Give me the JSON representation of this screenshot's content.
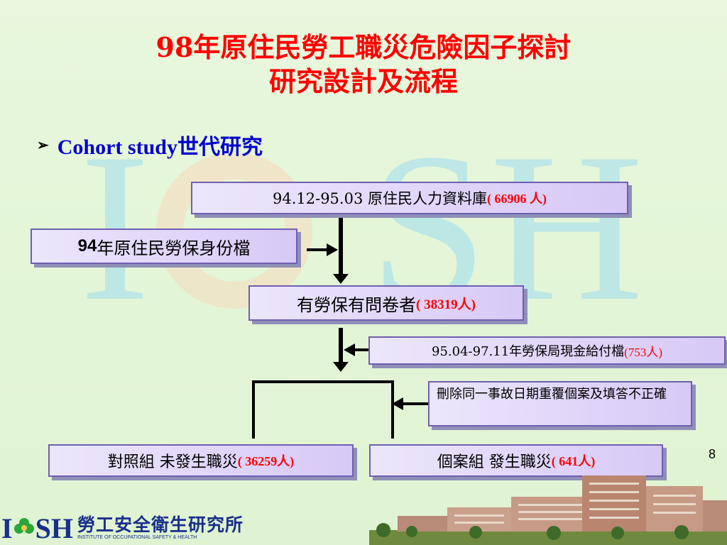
{
  "watermark": {
    "letters": [
      "I",
      "S",
      "H"
    ]
  },
  "title": {
    "line1": "98年原住民勞工職災危險因子探討",
    "line2": "研究設計及流程"
  },
  "bullet": {
    "marker": "➢",
    "text": "Cohort study世代研究"
  },
  "boxes": {
    "database": {
      "label": "94.12-95.03 原住民人力資料庫",
      "count": "( 66906 人)"
    },
    "insurance_file": {
      "prefix": "94",
      "label": "年原住民勞保身份檔"
    },
    "questionnaire": {
      "label": "有勞保有問卷者",
      "count": "( 38319人)"
    },
    "cash_benefit": {
      "label": "95.04-97.11年勞保局現金給付檔",
      "count": "(753人)"
    },
    "exclusion": {
      "label": "刪除同一事故日期重覆個案及填答不正確"
    },
    "control": {
      "label": "對照組 未發生職災",
      "count": "( 36259人)"
    },
    "case": {
      "label": "個案組 發生職災",
      "count": "( 641人)"
    }
  },
  "page_number": "8",
  "footer": {
    "logo_letters": [
      "I",
      "SH"
    ],
    "org_name_cn": "勞工安全衛生研究所",
    "org_name_en": "INSTITUTE OF OCCUPATIONAL SAFETY & HEALTH"
  },
  "colors": {
    "title": "#ff0000",
    "bullet": "#0000cc",
    "count": "#ff0000",
    "box_border": "#6f5fb0",
    "watermark": "#9fdcf0"
  }
}
